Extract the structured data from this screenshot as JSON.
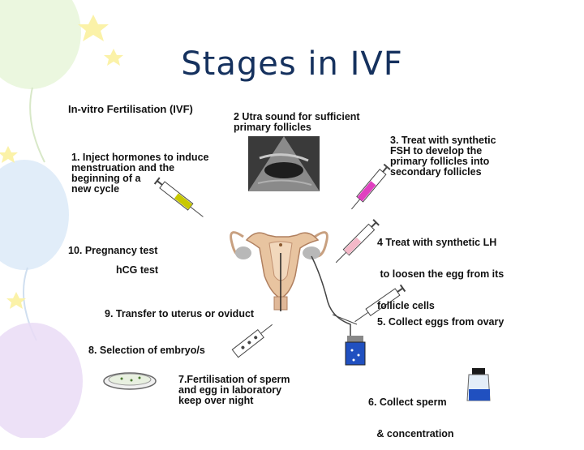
{
  "slide": {
    "title": "Stages in IVF"
  },
  "diagram": {
    "heading": "In-vitro Fertilisation (IVF)",
    "steps": [
      {
        "lines": [
          "1. Inject hormones to induce",
          "menstruation and the",
          "beginning of a",
          "new cycle"
        ]
      },
      {
        "lines": [
          "2 Utra sound for sufficient",
          "primary follicles"
        ]
      },
      {
        "lines": [
          "3. Treat with synthetic",
          "FSH to develop the",
          "primary follicles into",
          "secondary follicles"
        ]
      },
      {
        "lines": [
          "4 Treat with synthetic LH",
          " to loosen the egg from its",
          "follicle cells"
        ]
      },
      {
        "lines": [
          "5. Collect eggs from ovary"
        ]
      },
      {
        "lines": [
          "6. Collect sperm",
          "   & concentration"
        ]
      },
      {
        "lines": [
          "7.Fertilisation of sperm",
          "and egg in laboratory",
          "keep over night"
        ]
      },
      {
        "lines": [
          "8. Selection of embryo/s"
        ]
      },
      {
        "lines": [
          "9. Transfer to uterus or oviduct"
        ]
      },
      {
        "lines": [
          "10. Pregnancy test"
        ]
      }
    ],
    "hcg_label": "hCG test"
  },
  "colors": {
    "title": "#15315e",
    "syringe_1": "#c8c800",
    "syringe_3": "#e040c0",
    "syringe_4": "#f4b8c8",
    "uterus": "#e8c4a0",
    "vial_blue": "#2050c0"
  }
}
